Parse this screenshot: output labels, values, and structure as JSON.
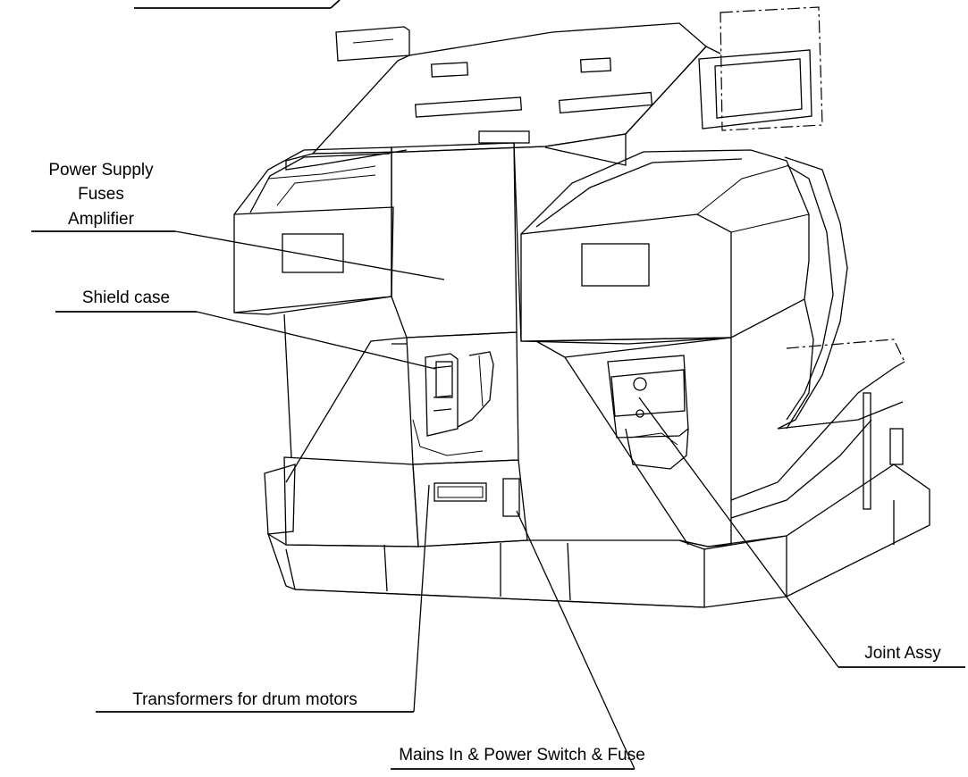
{
  "labels": {
    "power_supply": "Power Supply",
    "fuses": "Fuses",
    "amplifier": "Amplifier",
    "shield_case": "Shield case",
    "joint_assy": "Joint Assy",
    "transformers": "Transformers for drum motors",
    "mains": "Mains In & Power Switch & Fuse"
  }
}
